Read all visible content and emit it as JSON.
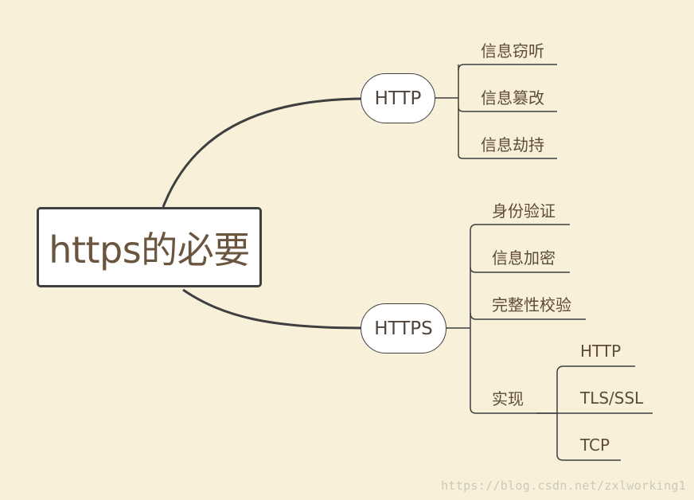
{
  "root": {
    "label": "https的必要"
  },
  "branches": [
    {
      "label": "HTTP",
      "children": [
        "信息窃听",
        "信息篡改",
        "信息劫持"
      ]
    },
    {
      "label": "HTTPS",
      "children": [
        "身份验证",
        "信息加密",
        "完整性校验",
        "实现"
      ]
    }
  ],
  "implementation": {
    "label": "实现",
    "children": [
      "HTTP",
      "TLS/SSL",
      "TCP"
    ]
  },
  "watermark": "https://blog.csdn.net/zxlworking1"
}
